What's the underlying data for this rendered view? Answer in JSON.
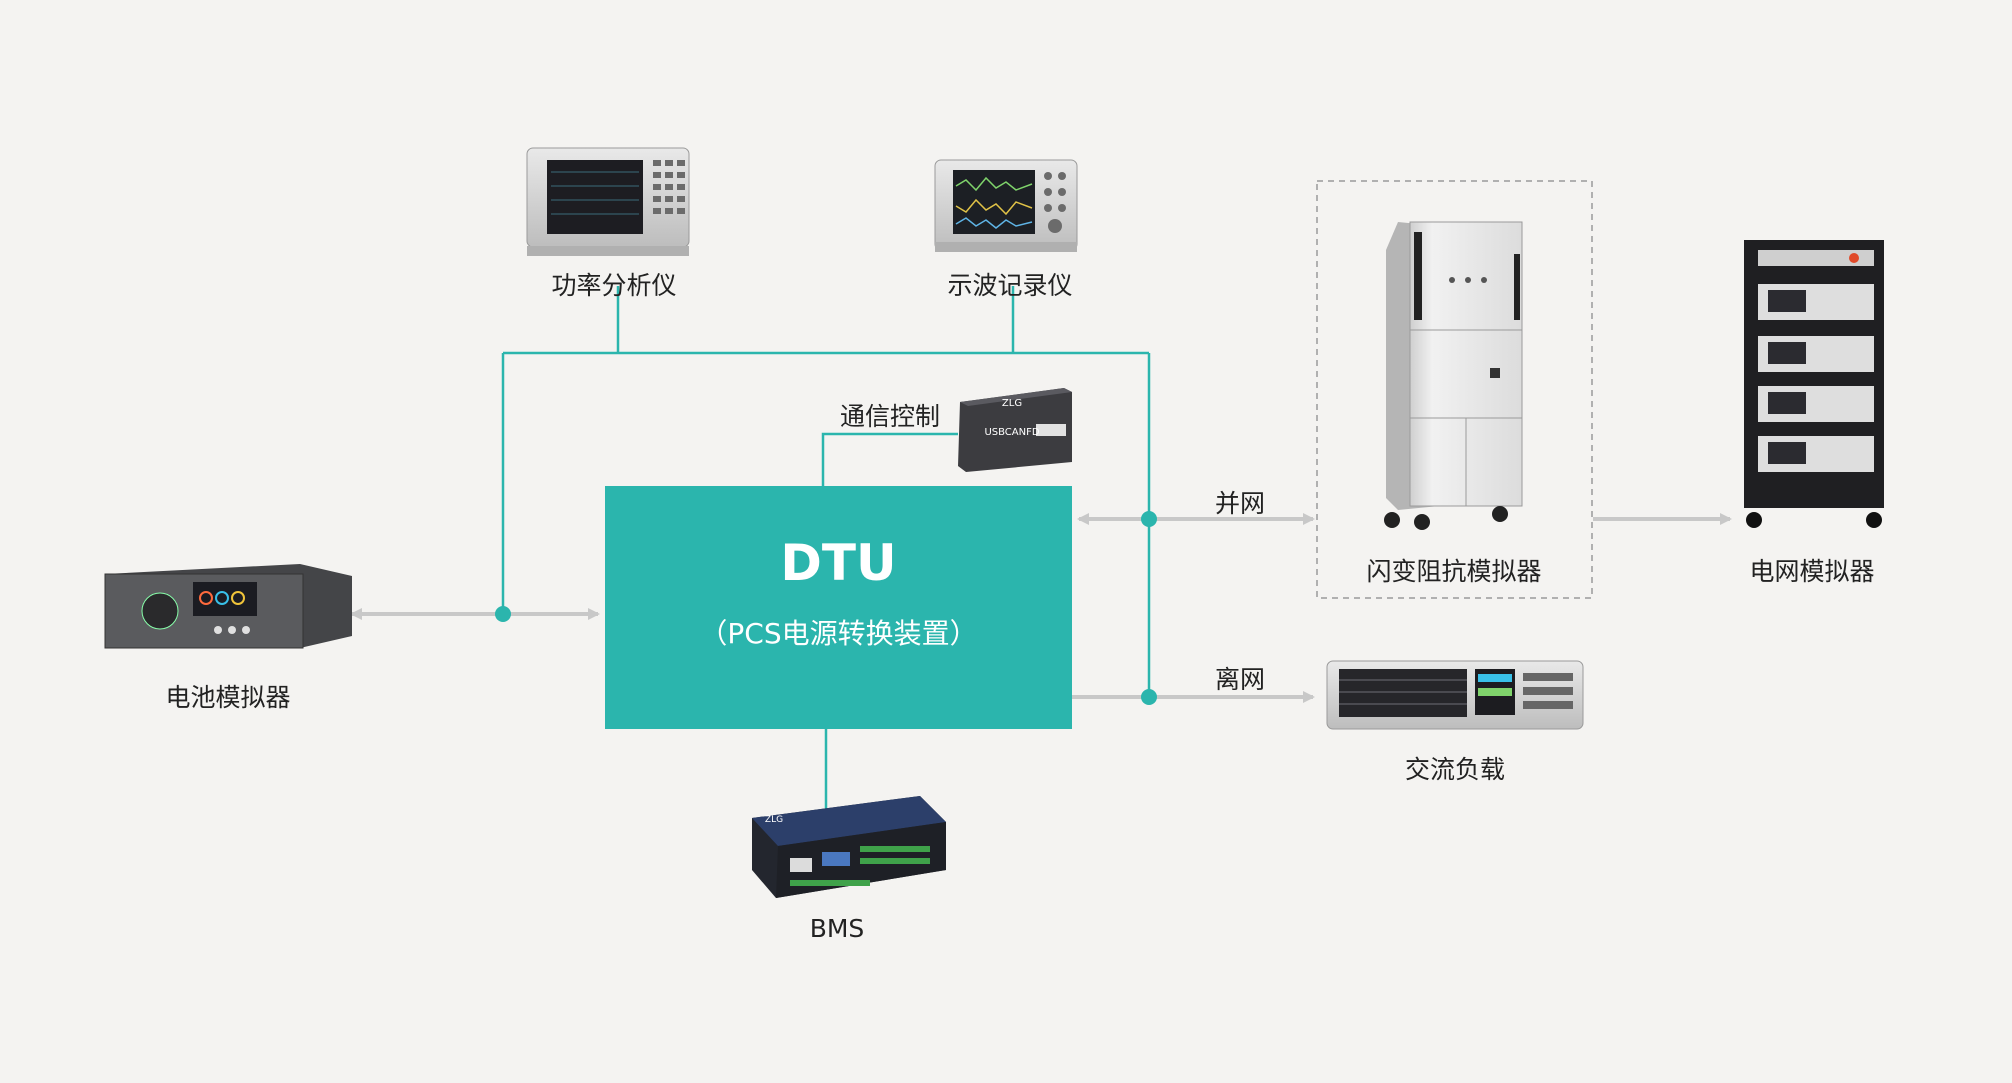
{
  "dtu": {
    "title": "DTU",
    "subtitle": "（PCS电源转换装置）"
  },
  "devices": {
    "power_analyzer": "功率分析仪",
    "oscillograph": "示波记录仪",
    "comm_control": "通信控制",
    "can_interface_brand": "ZLG",
    "can_interface_model": "USBCANFD",
    "battery_simulator": "电池模拟器",
    "bms": "BMS",
    "bms_brand": "ZLG",
    "flicker_impedance_simulator": "闪变阻抗模拟器",
    "grid_simulator": "电网模拟器",
    "ac_load": "交流负载"
  },
  "links": {
    "grid_connected": "并网",
    "off_grid": "离网"
  },
  "colors": {
    "accent": "#2bb5ad",
    "line": "#2bb5ad",
    "arrow": "#c8c8c8",
    "background": "#f4f3f1"
  }
}
